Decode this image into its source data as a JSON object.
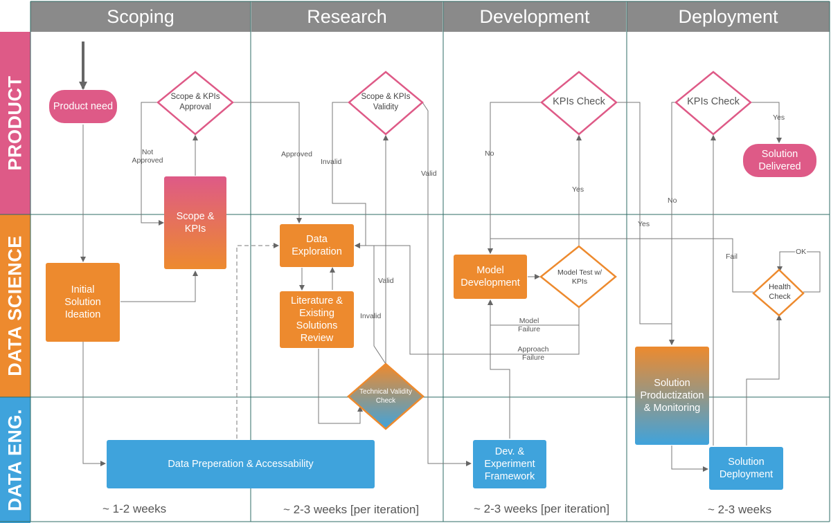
{
  "phases": {
    "scoping": "Scoping",
    "research": "Research",
    "development": "Development",
    "deployment": "Deployment"
  },
  "lanes": {
    "product": "PRODUCT",
    "data_science": "DATA SCIENCE",
    "data_eng": "DATA ENG."
  },
  "nodes": {
    "product_need": "Product need",
    "scope_kpis_approval": "Scope & KPIs Approval",
    "scope_kpis": "Scope & KPIs",
    "initial_solution": "Initial Solution Ideation",
    "data_prep": "Data Preperation & Accessability",
    "scope_kpis_validity": "Scope & KPIs Validity",
    "data_exploration": "Data Exploration",
    "literature_review": "Literature & Existing Solutions Review",
    "technical_validity": "Technical Validity Check",
    "kpis_check_dev": "KPIs Check",
    "model_development": "Model Development",
    "model_test": "Model Test w/ KPIs",
    "dev_framework": "Dev. & Experiment Framework",
    "kpis_check_deploy": "KPIs Check",
    "solution_delivered": "Solution Delivered",
    "health_check": "Health Check",
    "solution_productization": "Solution Productization & Monitoring",
    "solution_deployment": "Solution Deployment"
  },
  "edge_labels": {
    "not_approved": "Not Approved",
    "approved": "Approved",
    "invalid_top": "Invalid",
    "valid_right": "Valid",
    "valid_mid": "Valid",
    "invalid_mid": "Invalid",
    "no_dev": "No",
    "yes_dev": "Yes",
    "model_failure": "Model Failure",
    "approach_failure": "Approach Failure",
    "yes_deploy_top": "Yes",
    "yes_deploy_mid": "Yes",
    "no_deploy": "No",
    "fail": "Fail",
    "ok": "OK"
  },
  "durations": {
    "scoping": "~ 1-2 weeks",
    "research": "~ 2-3 weeks [per iteration]",
    "development": "~ 2-3 weeks [per iteration]",
    "deployment": "~ 2-3 weeks"
  },
  "colors": {
    "pink": "#de5a87",
    "orange": "#ed8a2e",
    "blue": "#3fa3dc",
    "header_gray": "#8a8a8a",
    "grid": "#2e6b64"
  }
}
